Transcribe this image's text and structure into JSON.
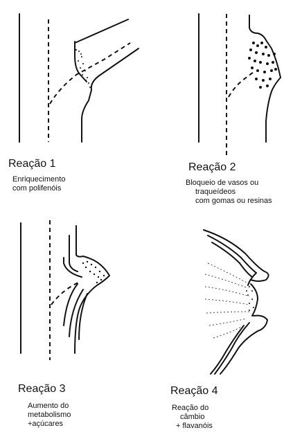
{
  "reactions": [
    {
      "title": "Reação 1",
      "caption": [
        "Enriquecimento",
        "com polifenóis"
      ]
    },
    {
      "title": "Reação 2",
      "caption": [
        "Bloqueio de vasos ou",
        "traqueídeos",
        "com gomas ou resinas"
      ]
    },
    {
      "title": "Reação 3",
      "caption": [
        "Aumento do",
        "metabolismo",
        "+açúcares"
      ]
    },
    {
      "title": "Reação 4",
      "caption": [
        "Reação do",
        "câmbio",
        "+ flavanóis"
      ]
    }
  ]
}
